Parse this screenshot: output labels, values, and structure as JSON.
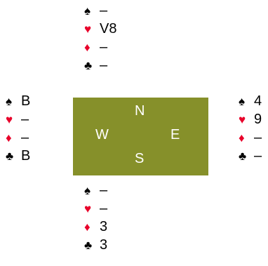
{
  "suit_glyphs": {
    "spades": "♠",
    "hearts": "♥",
    "diamonds": "♦",
    "clubs": "♣"
  },
  "colors": {
    "table": "#86902a",
    "red_suit": "#e8002a",
    "black_suit": "#000000",
    "compass_text": "#ffffff"
  },
  "hands": {
    "north": {
      "spades": "–",
      "hearts": "V8",
      "diamonds": "–",
      "clubs": "–"
    },
    "west": {
      "spades": "B",
      "hearts": "–",
      "diamonds": "–",
      "clubs": "B"
    },
    "east": {
      "spades": "4",
      "hearts": "9",
      "diamonds": "–",
      "clubs": "–"
    },
    "south": {
      "spades": "–",
      "hearts": "–",
      "diamonds": "3",
      "clubs": "3"
    }
  },
  "compass": {
    "north": "N",
    "west": "W",
    "east": "E",
    "south": "S"
  }
}
